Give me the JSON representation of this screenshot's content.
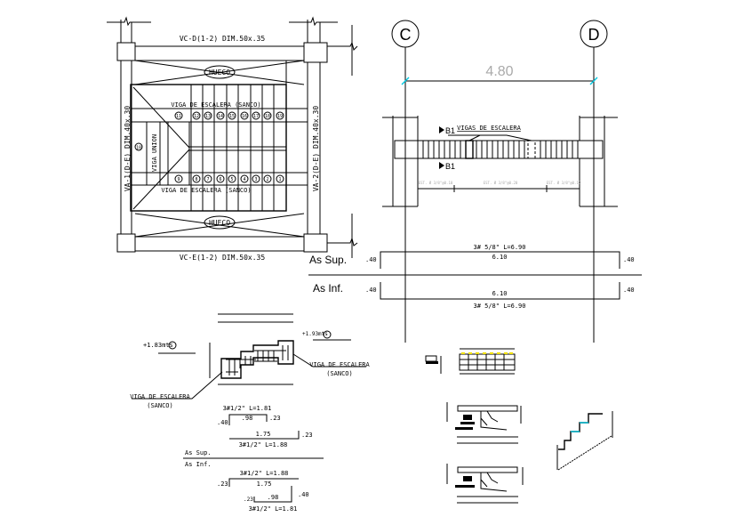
{
  "plan": {
    "beam_top": "VC-D(1-2)  DIM.50x.35",
    "beam_bottom": "VC-E(1-2)  DIM.50x.35",
    "beam_left": "VA-1(D-E)  DIM.40x.30",
    "beam_right": "VA-2(D-E)  DIM.40x.30",
    "opening_label": "HUECO",
    "stair_beam_top": "VIGA DE ESCALERA (SANCO)",
    "stair_beam_bottom": "VIGA DE ESCALERA (SANCO)",
    "union_beam": "VIGA UNION",
    "union_step": "10",
    "steps_top": [
      "11",
      "12",
      "13",
      "14",
      "15",
      "16",
      "17",
      "18",
      "19"
    ],
    "steps_bottom": [
      "9",
      "8",
      "7",
      "6",
      "5",
      "4",
      "3",
      "2",
      "1"
    ]
  },
  "elevation": {
    "axis_left": "C",
    "axis_right": "D",
    "span": "4.80",
    "section_mark_1": "B1",
    "section_mark_2": "B1",
    "stair_beams_label": "VIGAS DE ESCALERA",
    "stirrup_left": "EST. Ø 3/8\"@0.10",
    "stirrup_mid": "EST. Ø 3/8\"@0.20",
    "stirrup_right": "EST. Ø 3/8\"@0.10"
  },
  "rebar_main": {
    "top_label": "As Sup.",
    "bottom_label": "As Inf.",
    "top_spec": "3# 5/8\" L=6.90",
    "top_length": "6.10",
    "top_hook_left": ".40",
    "top_hook_right": ".40",
    "bottom_spec": "3# 5/8\" L=6.90",
    "bottom_length": "6.10",
    "bottom_hook_left": ".40",
    "bottom_hook_right": ".40"
  },
  "section_detail": {
    "level_left": "+1.83mts",
    "level_right": "+1.93mts",
    "beam_label_right": "VIGA DE ESCALERA",
    "beam_label_right_sub": "(SANCO)",
    "beam_label_left": "VIGA DE ESCALERA",
    "beam_label_left_sub": "(SANCO)"
  },
  "rebar_stair": {
    "top_label": "As Sup.",
    "bottom_label": "As Inf.",
    "sup_bar1_spec": "3#1/2\" L=1.81",
    "sup_bar1_hook": ".40",
    "sup_bar1_len": ".98",
    "sup_bar1_end": ".23",
    "sup_bar2_len": "1.75",
    "sup_bar2_end": ".23",
    "sup_bar2_spec": "3#1/2\" L=1.88",
    "inf_bar1_spec": "3#1/2\" L=1.88",
    "inf_bar1_start": ".23",
    "inf_bar1_len": "1.75",
    "inf_bar2_start": ".23",
    "inf_bar2_len": ".98",
    "inf_bar2_hook": ".40",
    "inf_bar2_spec": "3#1/2\" L=1.81"
  }
}
